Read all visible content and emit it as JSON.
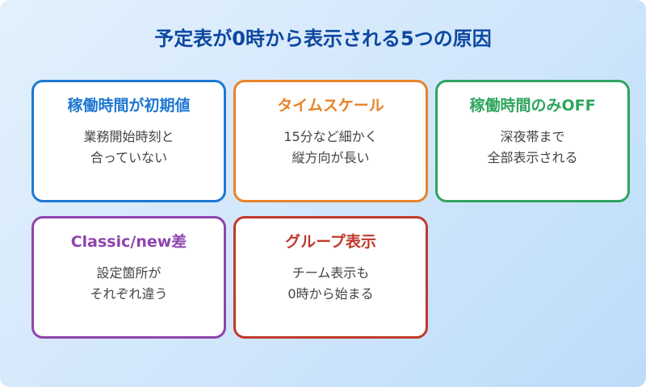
{
  "title": "予定表が0時から表示される5つの原因",
  "colors": {
    "title": "#0d47a1",
    "background_start": "#e3f0fc",
    "background_end": "#bcdcfa",
    "body_text": "#444444"
  },
  "cards": [
    {
      "title": "稼働時間が初期値",
      "color": "#1e78d2",
      "lines": [
        "業務開始時刻と",
        "合っていない"
      ]
    },
    {
      "title": "タイムスケール",
      "color": "#e8832a",
      "lines": [
        "15分など細かく",
        "縦方向が長い"
      ]
    },
    {
      "title": "稼働時間のみOFF",
      "color": "#2ea55e",
      "lines": [
        "深夜帯まで",
        "全部表示される"
      ]
    },
    {
      "title": "Classic/new差",
      "color": "#8e44ad",
      "lines": [
        "設定箇所が",
        "それぞれ違う"
      ]
    },
    {
      "title": "グループ表示",
      "color": "#c0392b",
      "lines": [
        "チーム表示も",
        "0時から始まる"
      ]
    }
  ]
}
